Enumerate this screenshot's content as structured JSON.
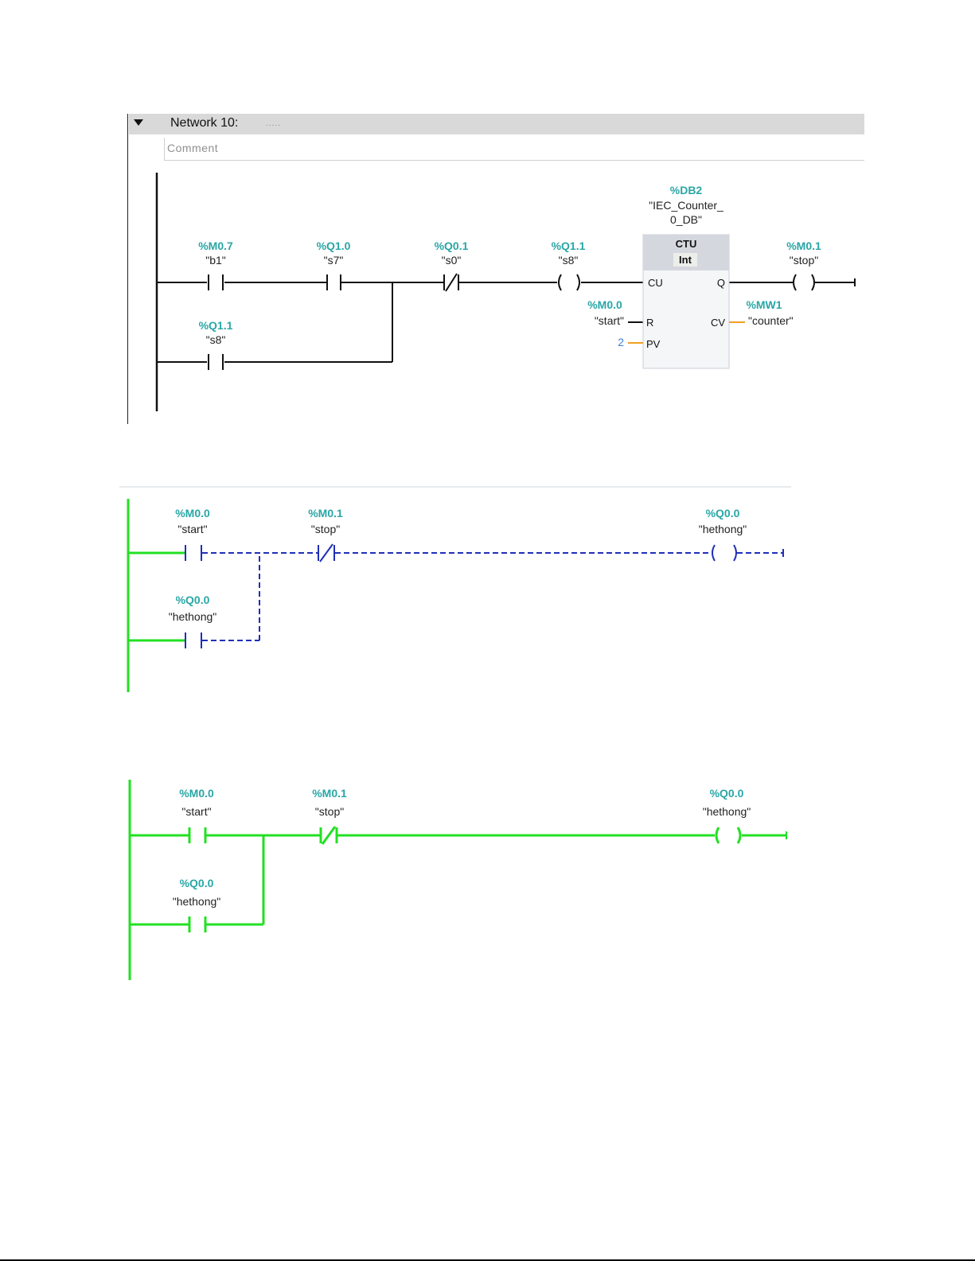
{
  "network": {
    "title": "Network 10:",
    "dots": ".....",
    "comment_placeholder": "Comment"
  },
  "network10": {
    "block": {
      "db_address": "%DB2",
      "db_name_line1": "\"IEC_Counter_",
      "db_name_line2": "0_DB\"",
      "type": "CTU",
      "datatype": "Int",
      "pins": {
        "cu": "CU",
        "r": "R",
        "pv": "PV",
        "q": "Q",
        "cv": "CV"
      }
    },
    "contacts": [
      {
        "address": "%M0.7",
        "symbol": "\"b1\""
      },
      {
        "address": "%Q1.0",
        "symbol": "\"s7\""
      },
      {
        "address": "%Q0.1",
        "symbol": "\"s0\""
      },
      {
        "address": "%Q1.1",
        "symbol": "\"s8\""
      }
    ],
    "coil_s8": {
      "address": "%Q1.1",
      "symbol": "\"s8\""
    },
    "reset_input": {
      "address": "%M0.0",
      "symbol": "\"start\""
    },
    "pv_value": "2",
    "output_coil": {
      "address": "%M0.1",
      "symbol": "\"stop\""
    },
    "cv_output": {
      "address": "%MW1",
      "symbol": "\"counter\""
    }
  },
  "network_monitor_blue": {
    "start": {
      "address": "%M0.0",
      "symbol": "\"start\""
    },
    "stop": {
      "address": "%M0.1",
      "symbol": "\"stop\""
    },
    "latch": {
      "address": "%Q0.0",
      "symbol": "\"hethong\""
    },
    "coil": {
      "address": "%Q0.0",
      "symbol": "\"hethong\""
    }
  },
  "network_monitor_green": {
    "start": {
      "address": "%M0.0",
      "symbol": "\"start\""
    },
    "stop": {
      "address": "%M0.1",
      "symbol": "\"stop\""
    },
    "latch": {
      "address": "%Q0.0",
      "symbol": "\"hethong\""
    },
    "coil": {
      "address": "%Q0.0",
      "symbol": "\"hethong\""
    }
  },
  "colors": {
    "address": "#2aa6a6",
    "wire": "#111111",
    "monitor_blue": "#1f2fb8",
    "monitor_green": "#22e022",
    "orange_link": "#f0a020",
    "pv_value": "#3f7fd0"
  }
}
